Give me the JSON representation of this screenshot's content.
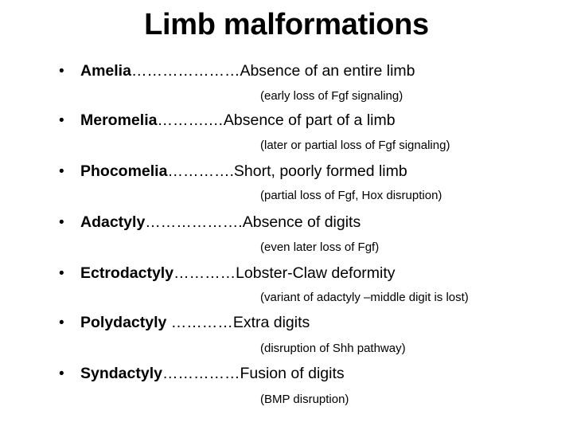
{
  "slide": {
    "title": "Limb malformations",
    "bullet_symbol": "•",
    "items": [
      {
        "term": "Amelia",
        "leader": "…………………",
        "definition": "Absence of an entire limb",
        "note": "(early loss of Fgf signaling)"
      },
      {
        "term": "Meromelia",
        "leader": "……….…",
        "definition": "Absence of part of a limb",
        "note": "(later or partial loss of Fgf signaling)"
      },
      {
        "term": "Phocomelia",
        "leader": "………….",
        "definition": "Short, poorly formed limb",
        "note": "(partial loss of Fgf, Hox disruption)"
      },
      {
        "term": "Adactyly",
        "leader": "……………….",
        "definition": "Absence of digits",
        "note": "(even later loss of Fgf)"
      },
      {
        "term": "Ectrodactyly",
        "leader": "…………",
        "definition": "Lobster-Claw deformity",
        "note": "(variant of adactyly –middle digit is lost)"
      },
      {
        "term": "Polydactyly",
        "leader": " …………",
        "definition": "Extra digits",
        "note": "(disruption of Shh pathway)"
      },
      {
        "term": "Syndactyly",
        "leader": "……………",
        "definition": "Fusion of digits",
        "note": "(BMP disruption)"
      }
    ]
  }
}
